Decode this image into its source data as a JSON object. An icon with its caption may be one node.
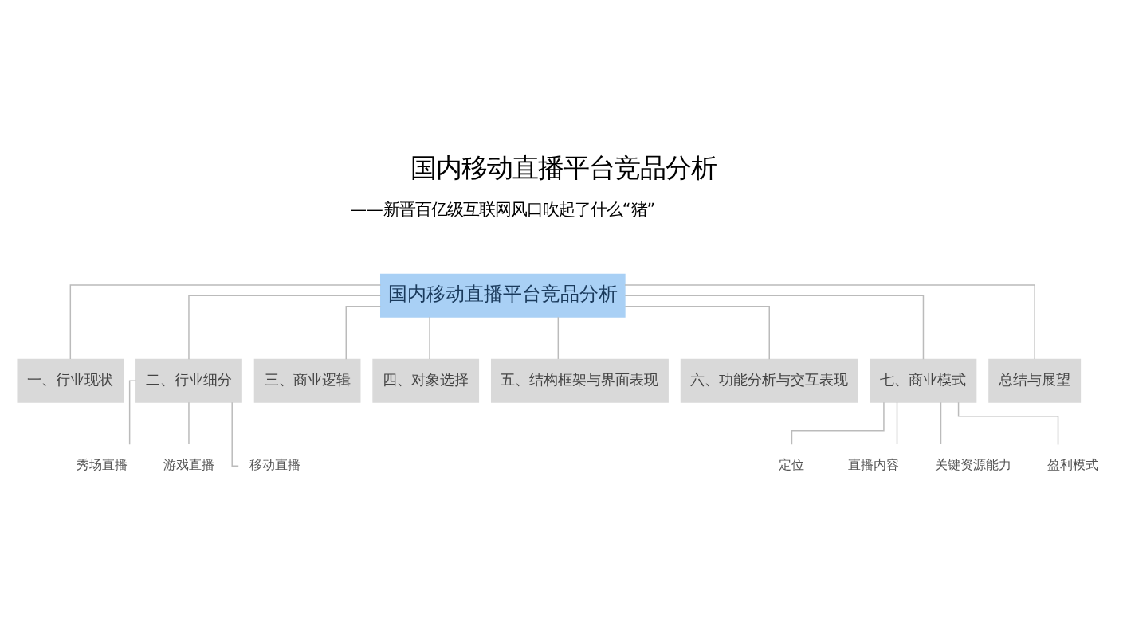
{
  "diagram": {
    "title": "国内移动直播平台竞品分析",
    "nodes": [
      {
        "text": [
          "国内移动直播平台竞品分析"
        ]
      },
      {
        "text": [
          "一、行业现状"
        ]
      },
      {
        "text": [
          "二、行业细分"
        ]
      },
      {
        "text": [
          "三、商业逻辑"
        ]
      },
      {
        "text": [
          "四、对象选择"
        ]
      },
      {
        "text": [
          "五、结构框架与界面表现"
        ]
      },
      {
        "text": [
          "六、功能分析与交互表现"
        ]
      },
      {
        "text": [
          "七、商业模式"
        ]
      },
      {
        "text": [
          "总结与展望"
        ]
      },
      {
        "text": [
          "秀场直播"
        ]
      },
      {
        "text": [
          "游戏直播"
        ]
      },
      {
        "text": [
          "移动直播"
        ]
      },
      {
        "text": [
          "定位"
        ]
      },
      {
        "text": [
          "直播内容"
        ]
      },
      {
        "text": [
          "关键资源能力"
        ]
      },
      {
        "text": [
          "盈利模式"
        ]
      }
    ],
    "edges": [
      {
        "from": 0,
        "to": 1,
        "arrow": "none"
      },
      {
        "from": 0,
        "to": 2,
        "arrow": "none"
      },
      {
        "from": 0,
        "to": 3,
        "arrow": "none"
      },
      {
        "from": 0,
        "to": 4,
        "arrow": "none"
      },
      {
        "from": 0,
        "to": 5,
        "arrow": "none"
      },
      {
        "from": 0,
        "to": 6,
        "arrow": "none"
      },
      {
        "from": 0,
        "to": 7,
        "arrow": "none"
      },
      {
        "from": 0,
        "to": 8,
        "arrow": "none"
      },
      {
        "from": 2,
        "to": 9,
        "arrow": "none"
      },
      {
        "from": 2,
        "to": 10,
        "arrow": "none"
      },
      {
        "from": 2,
        "to": 11,
        "arrow": "none"
      },
      {
        "from": 7,
        "to": 12,
        "arrow": "none"
      },
      {
        "from": 7,
        "to": 13,
        "arrow": "none"
      },
      {
        "from": 7,
        "to": 14,
        "arrow": "none"
      },
      {
        "from": 7,
        "to": 15,
        "arrow": "none"
      }
    ],
    "labels": [
      "——新晋百亿级互联网风口吹起了什么“猪”"
    ]
  }
}
